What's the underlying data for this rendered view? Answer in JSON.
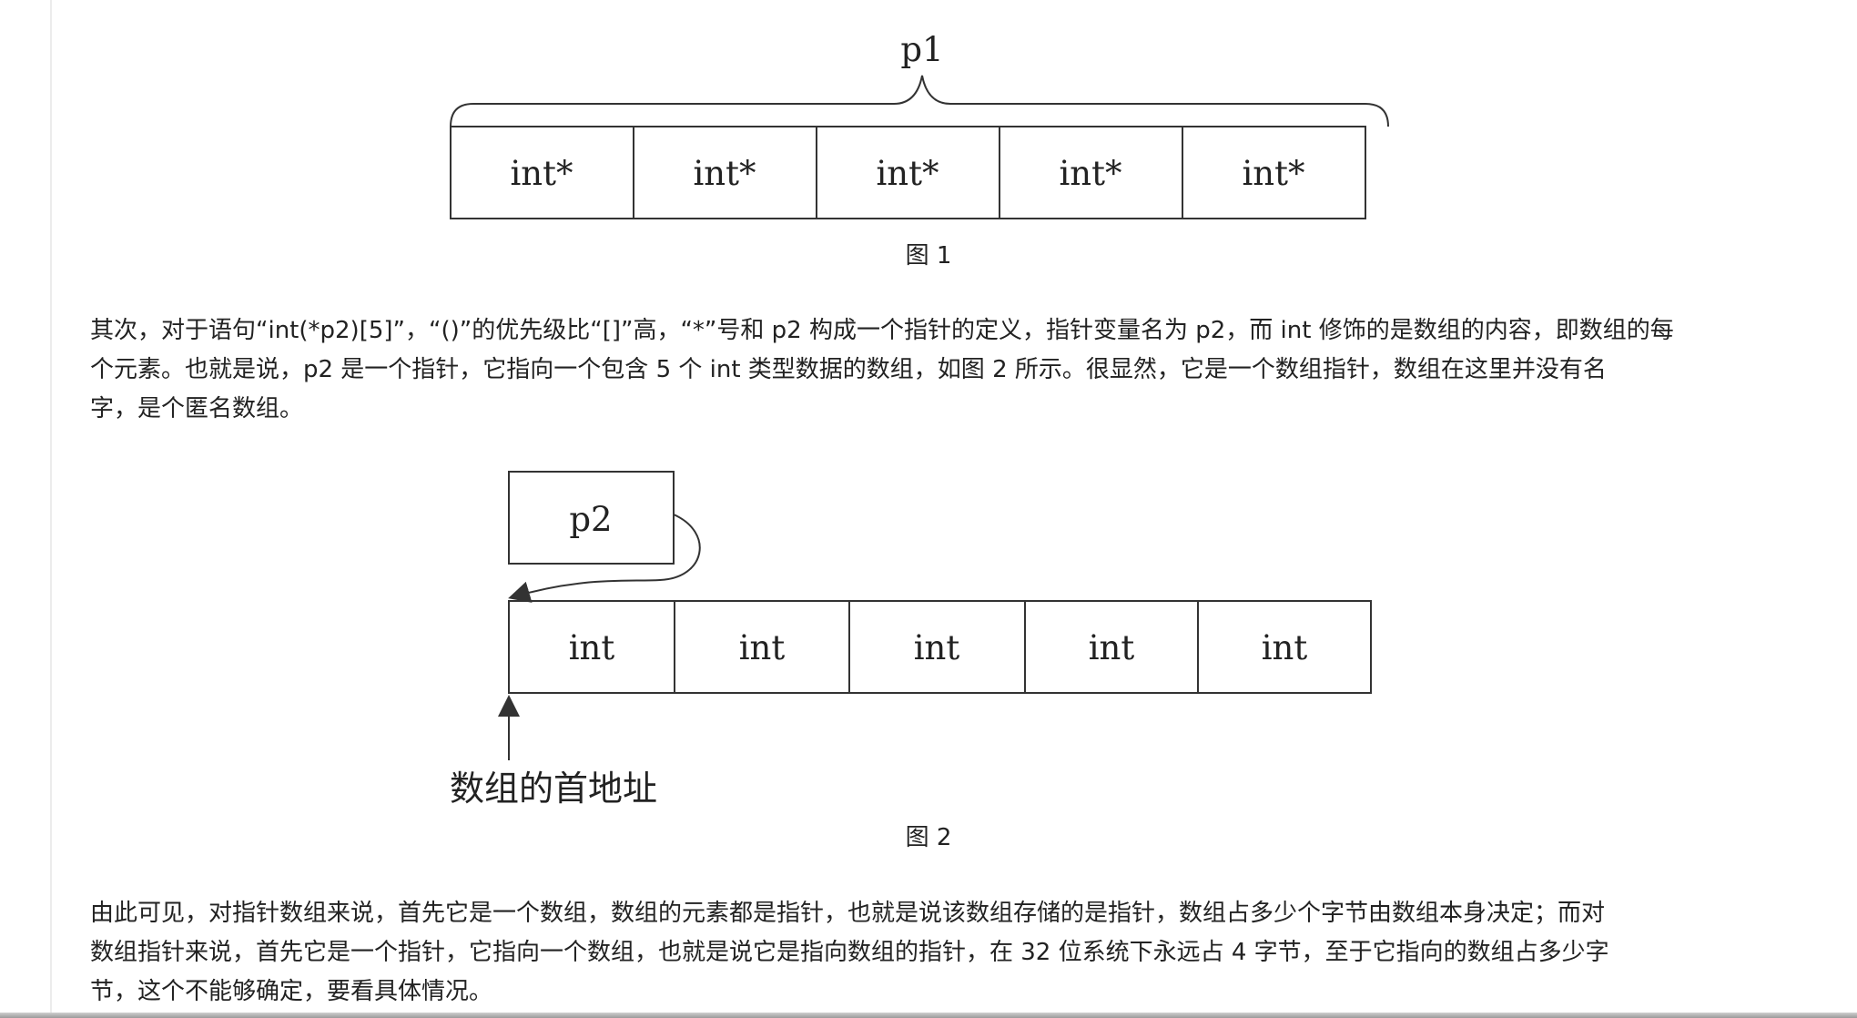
{
  "figure1": {
    "brace_label": "p1",
    "cells": [
      "int*",
      "int*",
      "int*",
      "int*",
      "int*"
    ],
    "caption": "图 1"
  },
  "paragraph1": {
    "lines": [
      "其次，对于语句“int(*p2)[5]”，“()”的优先级比“[]”高，“*”号和 p2 构成一个指针的定义，指针变量名为 p2，而 int 修饰的是数组的内容，即数组的每",
      "个元素。也就是说，p2 是一个指针，它指向一个包含 5 个 int 类型数据的数组，如图 2 所示。很显然，它是一个数组指针，数组在这里并没有名",
      "字，是个匿名数组。"
    ]
  },
  "figure2": {
    "pointer_label": "p2",
    "cells": [
      "int",
      "int",
      "int",
      "int",
      "int"
    ],
    "address_label": "数组的首地址",
    "caption": "图 2"
  },
  "paragraph2": {
    "lines": [
      "由此可见，对指针数组来说，首先它是一个数组，数组的元素都是指针，也就是说该数组存储的是指针，数组占多少个字节由数组本身决定；而对",
      "数组指针来说，首先它是一个指针，它指向一个数组，也就是说它是指向数组的指针，在 32 位系统下永远占 4 字节，至于它指向的数组占多少字",
      "节，这个不能够确定，要看具体情况。"
    ]
  }
}
